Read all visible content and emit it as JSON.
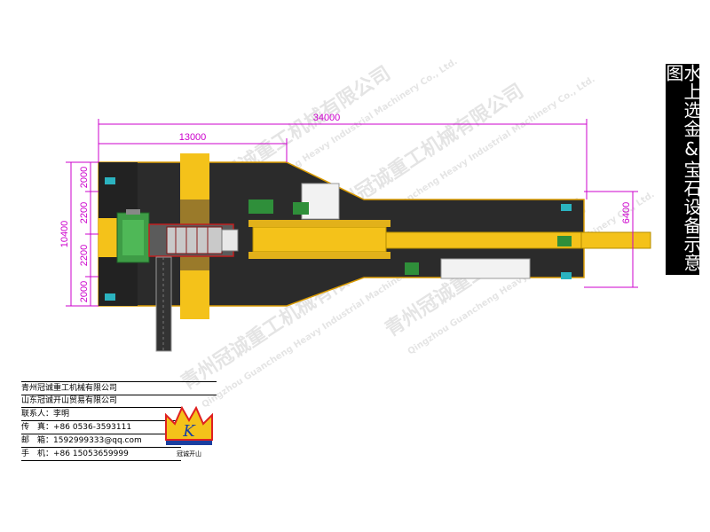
{
  "title": "水上选金&宝石设备示意图",
  "dimensions": {
    "total_length": "34000",
    "section_length": "13000",
    "total_width": "10400",
    "left_top": "2000",
    "left_upper": "2200",
    "left_lower": "2200",
    "left_bottom": "2000",
    "right_width": "6400"
  },
  "watermarks": {
    "company_cn": "青州冠诚重工机械有限公司",
    "company_en": "Qingzhou Guancheng Heavy Industrial Machinery Co., Ltd."
  },
  "contact": {
    "company1": "青州冠诚重工机械有限公司",
    "company2": "山东冠诚开山贸易有限公司",
    "contact_label": "联系人：",
    "contact_name": "李明",
    "fax_label": "传　真：",
    "fax": "+86 0536-3593111",
    "email_label": "邮　箱：",
    "email": "1592999333@qq.com",
    "mobile_label": "手　机：",
    "mobile": "+86 15053659999"
  },
  "logo": {
    "brand": "冠诚开山",
    "letter": "K"
  },
  "colors": {
    "hull": "#2b2b2b",
    "conveyor": "#f4c21a",
    "dimension": "#cc00cc",
    "equipment": "#2f8f3a",
    "title_bg": "#000000"
  }
}
